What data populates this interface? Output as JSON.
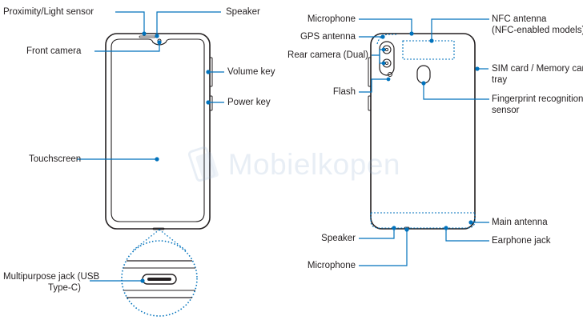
{
  "front_labels": {
    "proximity": "Proximity/Light sensor",
    "speaker": "Speaker",
    "front_camera": "Front camera",
    "volume_key": "Volume key",
    "power_key": "Power key",
    "touchscreen": "Touchscreen",
    "multipurpose_jack_1": "Multipurpose jack (USB",
    "multipurpose_jack_2": "Type-C)"
  },
  "back_labels": {
    "microphone_top": "Microphone",
    "gps_antenna": "GPS antenna",
    "rear_camera": "Rear camera (Dual)",
    "flash": "Flash",
    "nfc_antenna_1": "NFC antenna",
    "nfc_antenna_2": "(NFC-enabled models)",
    "sim_tray_1": "SIM card / Memory card",
    "sim_tray_2": "tray",
    "fingerprint_1": "Fingerprint recognition",
    "fingerprint_2": "sensor",
    "main_antenna": "Main antenna",
    "speaker_bottom": "Speaker",
    "earphone_jack": "Earphone jack",
    "microphone_bottom": "Microphone"
  },
  "watermark": {
    "text": "Mobielkopen",
    "icon": "phone-logo-icon"
  },
  "colors": {
    "leader": "#0072bc",
    "outline": "#231f20",
    "zone": "#0072bc"
  }
}
